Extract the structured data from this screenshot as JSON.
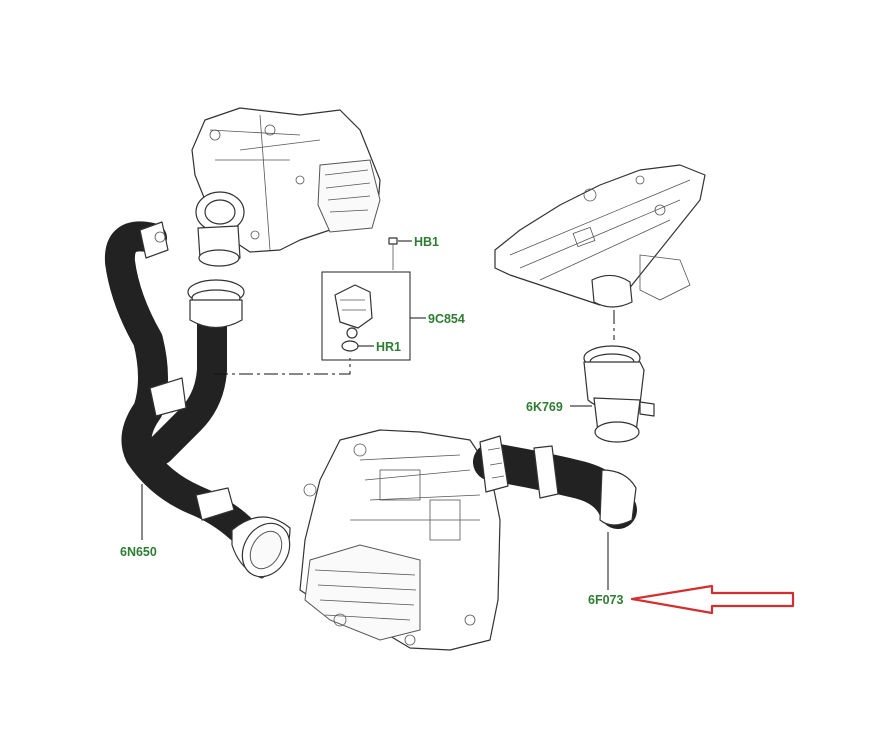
{
  "colors": {
    "label_green": "#2e7d32",
    "arrow_red": "#d32f2f",
    "line": "#222222"
  },
  "callouts": [
    {
      "id": "hb1",
      "text": "HB1"
    },
    {
      "id": "9c854",
      "text": "9C854"
    },
    {
      "id": "hr1",
      "text": "HR1"
    },
    {
      "id": "6k769",
      "text": "6K769"
    },
    {
      "id": "6n650",
      "text": "6N650"
    },
    {
      "id": "6f073",
      "text": "6F073"
    }
  ],
  "highlight": {
    "target": "6F073",
    "shape": "arrow",
    "color": "#d32f2f"
  }
}
